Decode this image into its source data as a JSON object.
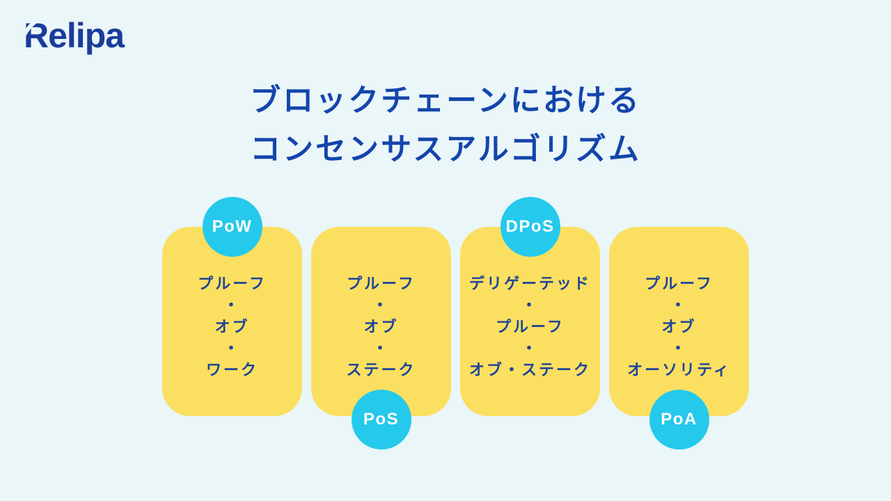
{
  "colors": {
    "background": "#EAF6F8",
    "card": "#FBDF60",
    "badge": "#25C9EC",
    "badge_text": "#FFFFFF",
    "title_text": "#1445AC",
    "card_text": "#1E4499",
    "logo": "#1B3C9B"
  },
  "logo": {
    "text": "Relipa"
  },
  "title": {
    "lines": [
      "ブロックチェーンにおける",
      "コンセンサスアルゴリズム"
    ]
  },
  "cards": [
    {
      "badge": "PoW",
      "badge_position": "top",
      "lines": [
        "プルーフ",
        "・",
        "オブ",
        "・",
        "ワーク"
      ]
    },
    {
      "badge": "PoS",
      "badge_position": "bottom",
      "lines": [
        "プルーフ",
        "・",
        "オブ",
        "・",
        "ステーク"
      ]
    },
    {
      "badge": "DPoS",
      "badge_position": "top",
      "lines": [
        "デリゲーテッド",
        "・",
        "プルーフ",
        "・",
        "オブ・ステーク"
      ]
    },
    {
      "badge": "PoA",
      "badge_position": "bottom",
      "lines": [
        "プルーフ",
        "・",
        "オブ",
        "・",
        "オーソリティ"
      ]
    }
  ]
}
